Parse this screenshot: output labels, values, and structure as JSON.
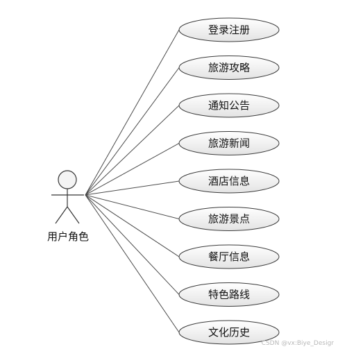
{
  "diagram": {
    "type": "use-case",
    "actor": {
      "label": "用户角色",
      "icon": "stick-figure-icon"
    },
    "use_cases": [
      {
        "id": "login-register",
        "label": "登录注册"
      },
      {
        "id": "travel-guide",
        "label": "旅游攻略"
      },
      {
        "id": "notice",
        "label": "通知公告"
      },
      {
        "id": "travel-news",
        "label": "旅游新闻"
      },
      {
        "id": "hotel-info",
        "label": "酒店信息"
      },
      {
        "id": "scenic-spots",
        "label": "旅游景点"
      },
      {
        "id": "restaurant-info",
        "label": "餐厅信息"
      },
      {
        "id": "featured-routes",
        "label": "特色路线"
      },
      {
        "id": "culture-history",
        "label": "文化历史"
      }
    ],
    "colors": {
      "line": "#4a4a4a",
      "ellipse_fill_top": "#ffffff",
      "ellipse_fill_bottom": "#e3e3e3",
      "stroke": "#3a3a3a"
    }
  },
  "watermark": "CSDN @vx:Biye_Desigr"
}
